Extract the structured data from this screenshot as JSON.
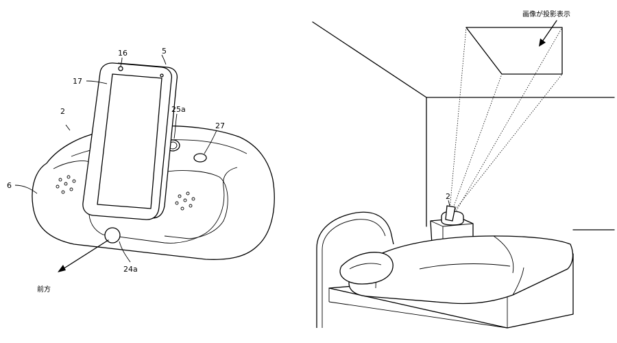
{
  "figure_left": {
    "labels": {
      "device": "2",
      "phone": "5",
      "body": "6",
      "camera": "16",
      "screen": "17",
      "holder_hole": "25a",
      "top_button": "27",
      "front_button": "24a"
    },
    "front_direction": "前方"
  },
  "figure_right": {
    "labels": {
      "device": "2"
    },
    "projection_note": "画像が投影表示"
  }
}
